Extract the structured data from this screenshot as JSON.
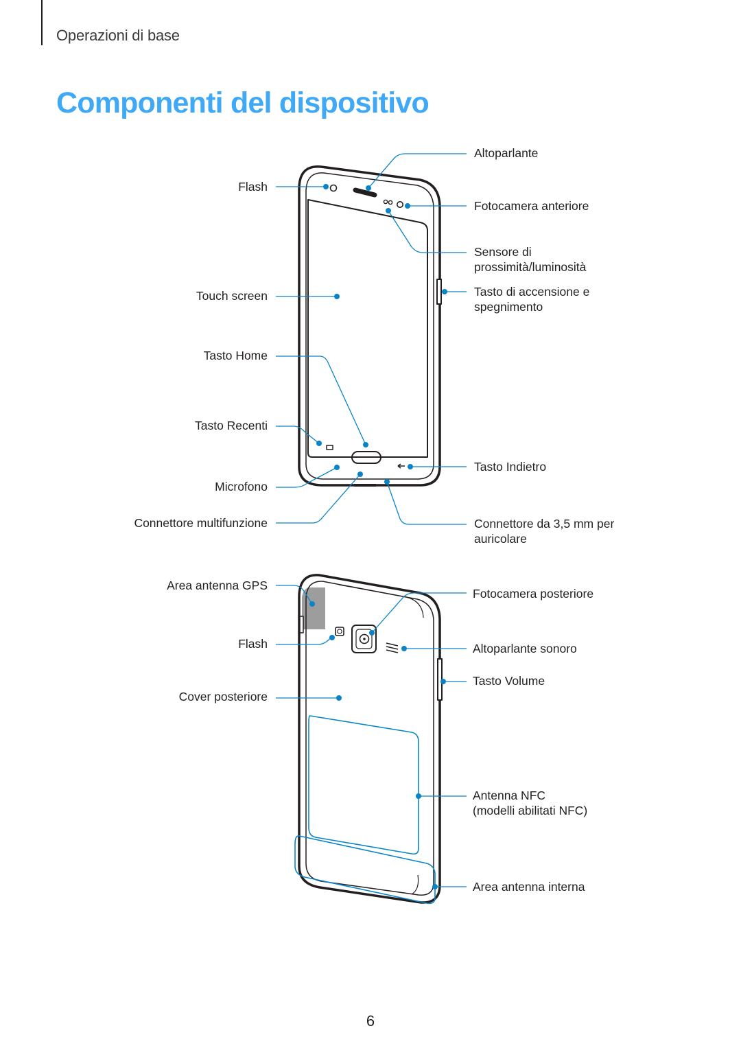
{
  "header": {
    "section": "Operazioni di base",
    "title": "Componenti del dispositivo"
  },
  "front": {
    "left_labels": {
      "flash": "Flash",
      "touch_screen": "Touch screen",
      "home_key": "Tasto Home",
      "recent_key": "Tasto Recenti",
      "microphone": "Microfono",
      "multipurpose_jack": "Connettore multifunzione"
    },
    "right_labels": {
      "speaker": "Altoparlante",
      "front_camera": "Fotocamera anteriore",
      "sensor_line1": "Sensore di",
      "sensor_line2": "prossimità/luminosità",
      "power_line1": "Tasto di accensione e",
      "power_line2": "spegnimento",
      "back_key": "Tasto Indietro",
      "earphone_line1": "Connettore da 3,5 mm per",
      "earphone_line2": "auricolare"
    }
  },
  "back": {
    "left_labels": {
      "gps_antenna": "Area antenna GPS",
      "flash": "Flash",
      "back_cover": "Cover posteriore"
    },
    "right_labels": {
      "rear_camera": "Fotocamera posteriore",
      "loudspeaker": "Altoparlante sonoro",
      "volume_key": "Tasto Volume",
      "nfc_line1": "Antenna NFC",
      "nfc_line2": "(modelli abilitati NFC)",
      "internal_antenna": "Area antenna interna"
    }
  },
  "colors": {
    "accent": "#3fa9f5",
    "callout": "#0a84c7",
    "outline": "#231f20",
    "gps_area": "#9d9d9d"
  },
  "page_number": "6"
}
